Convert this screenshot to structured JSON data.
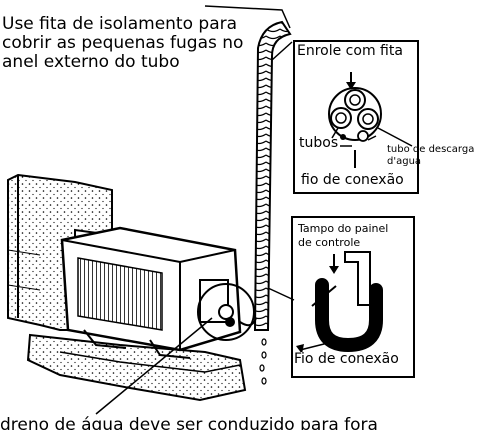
{
  "diagram": {
    "main_note": "Use fita de isolamento para\ncobrir as pequenas fugas no\nanel externo do tubo",
    "bottom_note": "dreno de água deve ser conduzido para fora",
    "upper_inset": {
      "title": "Enrole com fita",
      "tubes_label": "tubos",
      "drain_label": "tubo de descarga\nd'agua",
      "wire_label": "fio de conexão"
    },
    "lower_inset": {
      "panel_label": "Tampo do painel\nde controle",
      "wire_label": "Fio de conexão"
    }
  }
}
